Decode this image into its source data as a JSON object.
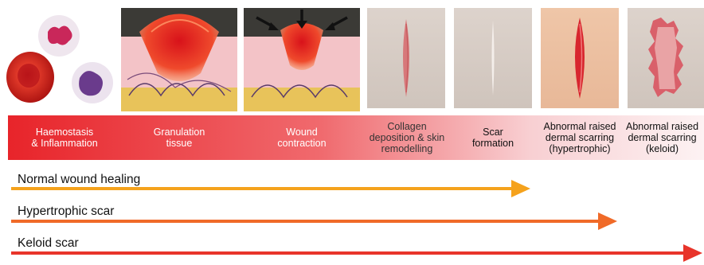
{
  "stages": [
    {
      "label": "Haemostasis\n& Inflammation",
      "color": "#ffffff"
    },
    {
      "label": "Granulation\ntissue",
      "color": "#ffffff"
    },
    {
      "label": "Wound\ncontraction",
      "color": "#ffffff"
    },
    {
      "label": "Collagen\ndeposition & skin\nremodelling",
      "color": "#333333"
    },
    {
      "label": "Scar\nformation",
      "color": "#111111"
    },
    {
      "label": "Abnormal raised\ndermal scarring\n(hypertrophic)",
      "color": "#111111"
    },
    {
      "label": "Abnormal raised\ndermal scarring\n(keloid)",
      "color": "#111111"
    }
  ],
  "tracks": [
    {
      "label": "Normal wound healing",
      "color": "#f5a21c",
      "reaches_stage": 5
    },
    {
      "label": "Hypertrophic scar",
      "color": "#f06a28",
      "reaches_stage": 6
    },
    {
      "label": "Keloid scar",
      "color": "#e8342a",
      "reaches_stage": 7
    }
  ],
  "colors": {
    "band_start": "#e8242a",
    "band_end": "#fdf2f3"
  }
}
